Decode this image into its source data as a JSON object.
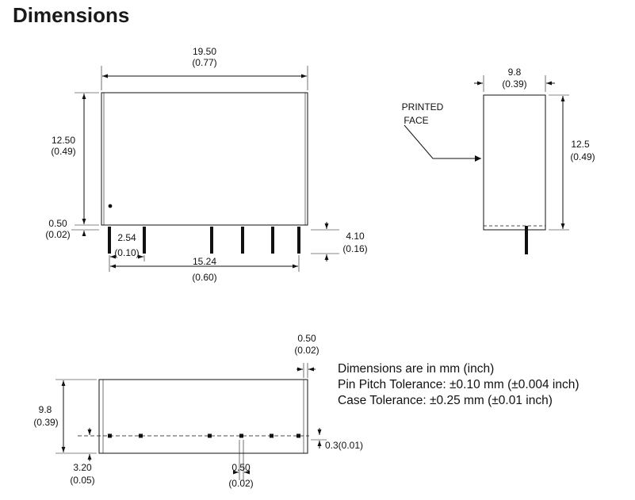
{
  "title": "Dimensions",
  "front_view": {
    "width_mm": "19.50",
    "width_in": "(0.77)",
    "height_mm": "12.50",
    "height_in": "(0.49)",
    "standoff_mm": "0.50",
    "standoff_in": "(0.02)",
    "pin_length_mm": "4.10",
    "pin_length_in": "(0.16)",
    "pin_pitch_mm": "2.54",
    "pin_pitch_in": "(0.10)",
    "pin_span_mm": "15.24",
    "pin_span_in": "(0.60)"
  },
  "side_view": {
    "width_mm": "9.8",
    "width_in": "(0.39)",
    "height_mm": "12.5",
    "height_in": "(0.49)",
    "printed_face_line1": "PRINTED",
    "printed_face_line2": "FACE"
  },
  "bottom_view": {
    "height_mm": "9.8",
    "height_in": "(0.39)",
    "pin_row_offset_mm": "3.20",
    "pin_row_offset_in": "(0.05)",
    "wall_mm": "0.50",
    "wall_in": "(0.02)",
    "pin_size_mm": "0.50",
    "pin_size_in": "(0.02)",
    "pin_row_tolerance": "0.3(0.01)"
  },
  "notes": [
    "Dimensions are in mm (inch)",
    "Pin Pitch Tolerance: ±0.10 mm (±0.004 inch)",
    "Case Tolerance: ±0.25 mm (±0.01 inch)"
  ]
}
